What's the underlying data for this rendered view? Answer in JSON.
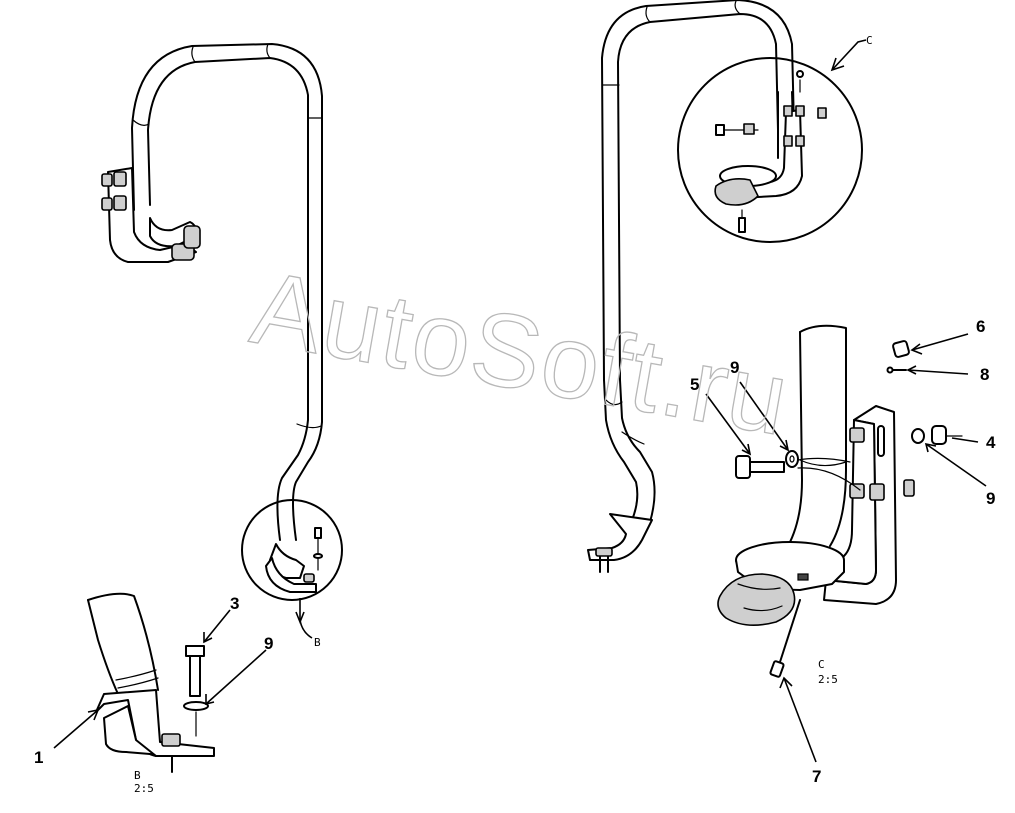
{
  "watermark": "AutoSoft.ru",
  "callouts": {
    "part_1": "1",
    "part_3": "3",
    "part_9_detail_b": "9",
    "part_5": "5",
    "part_9_top": "9",
    "part_6": "6",
    "part_8": "8",
    "part_4": "4",
    "part_9_right": "9",
    "part_7": "7"
  },
  "detail_labels": {
    "b_marker": "B",
    "c_marker": "C",
    "b_view_letter": "B",
    "b_view_scale": "2:5",
    "c_view_letter": "C",
    "c_view_scale": "2:5"
  }
}
